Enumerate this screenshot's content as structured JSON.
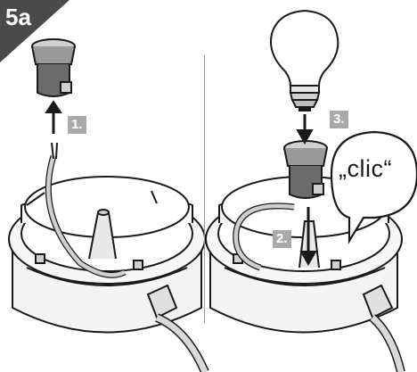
{
  "figure": {
    "step_id": "5a",
    "steps": [
      {
        "label": "1."
      },
      {
        "label": "2."
      },
      {
        "label": "3."
      }
    ],
    "sound_text": "„clic“"
  },
  "colors": {
    "badge": "#4a4a4a",
    "step_label_bg": "#a9a9a9",
    "line": "#1a1a1a",
    "fill_light": "#f4f4f4",
    "fill_mid": "#cfcfcf",
    "fill_dark": "#6b6b6b"
  },
  "icons": [
    "lamp-socket-icon",
    "light-bulb-icon",
    "cable-gland-icon",
    "arrow-up-icon",
    "arrow-down-icon",
    "speech-bubble-icon"
  ]
}
